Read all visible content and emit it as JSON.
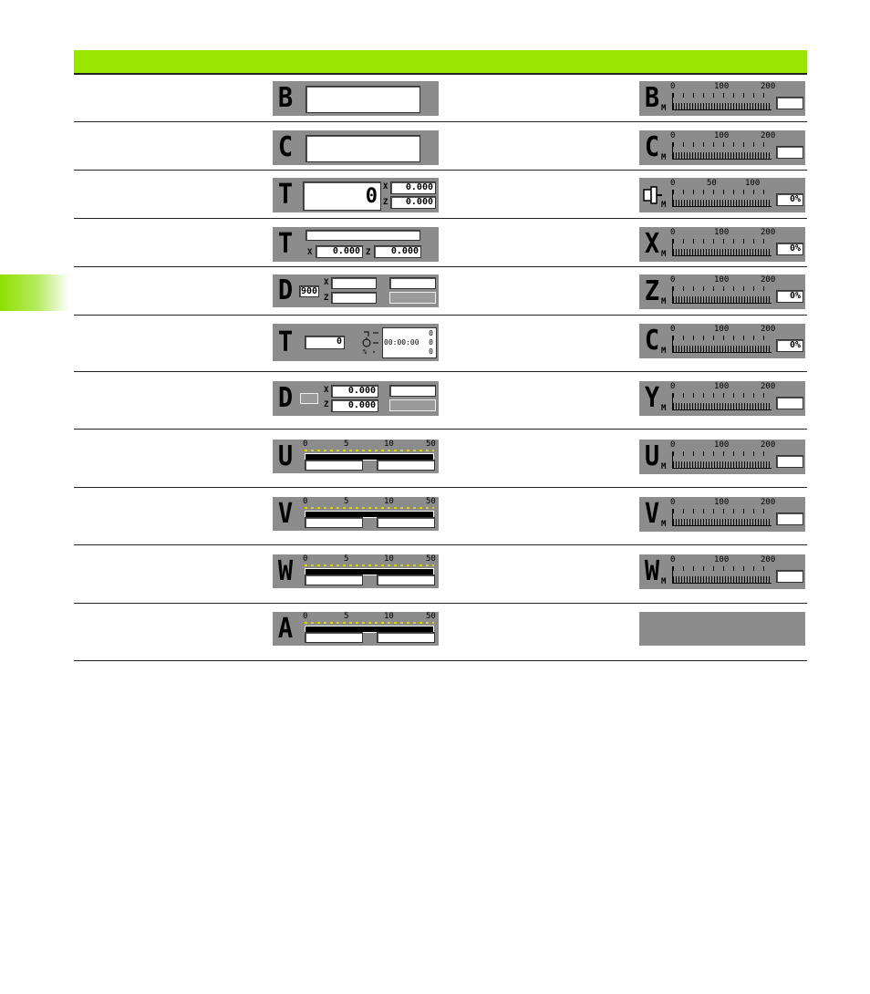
{
  "header": {
    "title": ""
  },
  "rows": [
    {
      "left": {
        "letter": "B"
      },
      "right": {
        "letter": "B",
        "sub": "M",
        "ticks": [
          "0",
          "100",
          "200"
        ],
        "value": ""
      }
    },
    {
      "left": {
        "letter": "C"
      },
      "right": {
        "letter": "C",
        "sub": "M",
        "ticks": [
          "0",
          "100",
          "200"
        ],
        "value": ""
      }
    },
    {
      "left": {
        "letter": "T",
        "main": "0",
        "x_label": "X",
        "x_value": "0.000",
        "z_label": "Z",
        "z_value": "0.000"
      },
      "right": {
        "icon": "spindle-icon",
        "sub": "M",
        "ticks": [
          "0",
          "50",
          "100"
        ],
        "value": "0%"
      }
    },
    {
      "left": {
        "letter": "T",
        "x_label": "X",
        "x_value": "0.000",
        "z_label": "Z",
        "z_value": "0.000"
      },
      "right": {
        "letter": "X",
        "sub": "M",
        "ticks": [
          "0",
          "100",
          "200"
        ],
        "value": "0%"
      }
    },
    {
      "left": {
        "letter": "D",
        "tool": "900",
        "x_label": "X",
        "z_label": "Z"
      },
      "right": {
        "letter": "Z",
        "sub": "M",
        "ticks": [
          "0",
          "100",
          "200"
        ],
        "value": "0%"
      }
    },
    {
      "left": {
        "letter": "T",
        "main": "0",
        "clock_time": "00:00:00",
        "clock_v1": "0",
        "clock_v2": "0",
        "clock_v3": "0"
      },
      "right": {
        "letter": "C",
        "sub": "M",
        "ticks": [
          "0",
          "100",
          "200"
        ],
        "value": "0%"
      }
    },
    {
      "left": {
        "letter": "D",
        "x_label": "X",
        "x_value": "0.000",
        "z_label": "Z",
        "z_value": "0.000"
      },
      "right": {
        "letter": "Y",
        "sub": "M",
        "ticks": [
          "0",
          "100",
          "200"
        ],
        "value": ""
      }
    },
    {
      "left": {
        "letter": "U",
        "ticks": [
          "0",
          "5",
          "10",
          "50"
        ]
      },
      "right": {
        "letter": "U",
        "sub": "M",
        "ticks": [
          "0",
          "100",
          "200"
        ],
        "value": ""
      }
    },
    {
      "left": {
        "letter": "V",
        "ticks": [
          "0",
          "5",
          "10",
          "50"
        ]
      },
      "right": {
        "letter": "V",
        "sub": "M",
        "ticks": [
          "0",
          "100",
          "200"
        ],
        "value": ""
      }
    },
    {
      "left": {
        "letter": "W",
        "ticks": [
          "0",
          "5",
          "10",
          "50"
        ]
      },
      "right": {
        "letter": "W",
        "sub": "M",
        "ticks": [
          "0",
          "100",
          "200"
        ],
        "value": ""
      }
    },
    {
      "left": {
        "letter": "A",
        "ticks": [
          "0",
          "5",
          "10",
          "50"
        ]
      },
      "right": {
        "empty": true
      }
    }
  ]
}
